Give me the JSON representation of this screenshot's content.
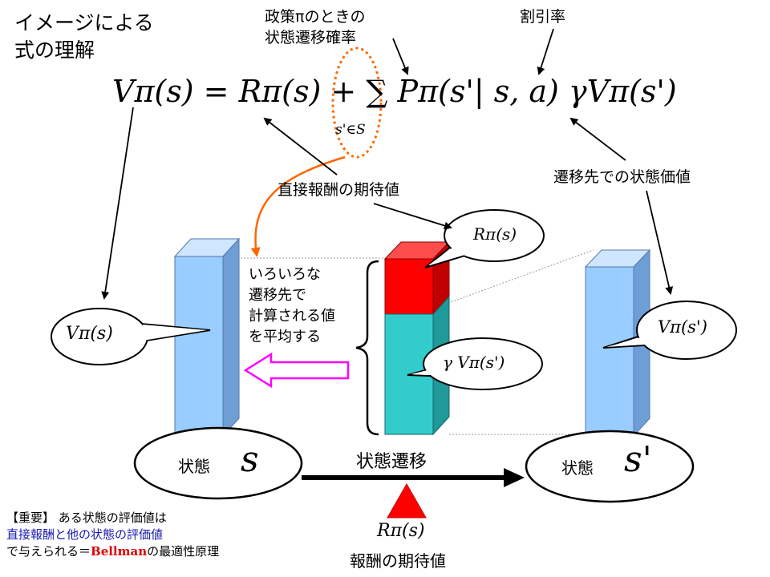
{
  "title": {
    "line1": "イメージによる",
    "line2": "式の理解"
  },
  "equation": {
    "main": "Vπ(s) = Rπ(s) + ∑ Pπ(s'| s, a) γVπ(s')",
    "sum_subscript": "s'∈S"
  },
  "annotations": {
    "policy_line1": "政策πのときの",
    "policy_line2": "状態遷移確率",
    "discount": "割引率",
    "expected_reward": "直接報酬の期待値",
    "next_state_value": "遷移先での状態価値"
  },
  "middle_text": {
    "line1": "いろいろな",
    "line2": "遷移先で",
    "line3": "計算される値",
    "line4": "を平均する"
  },
  "bubbles": {
    "v_s": "Vπ(s)",
    "r_s": "Rπ(s)",
    "gamma_v": "γ Vπ(s')",
    "v_s_prime": "Vπ(s')"
  },
  "states": {
    "left_label": "状態",
    "left_symbol": "s",
    "right_label": "状態",
    "right_symbol": "s'",
    "transition": "状態遷移"
  },
  "reward": {
    "symbol": "Rπ(s)",
    "label": "報酬の期待値"
  },
  "note": {
    "line1": "【重要】 ある状態の評価値は",
    "line2": "直接報酬と他の状態の評価値",
    "line3_prefix": "で与えられる＝",
    "line3_highlight": "Bellman",
    "line3_suffix": "の最適性原理"
  },
  "colors": {
    "bar_blue": "#99ccff",
    "bar_red": "#ff0000",
    "bar_teal": "#33cccc",
    "orange_arrow": "#ff6600",
    "magenta_arrow": "#ff00ff",
    "note_blue": "#1a1ab0",
    "note_red": "#e00000"
  }
}
